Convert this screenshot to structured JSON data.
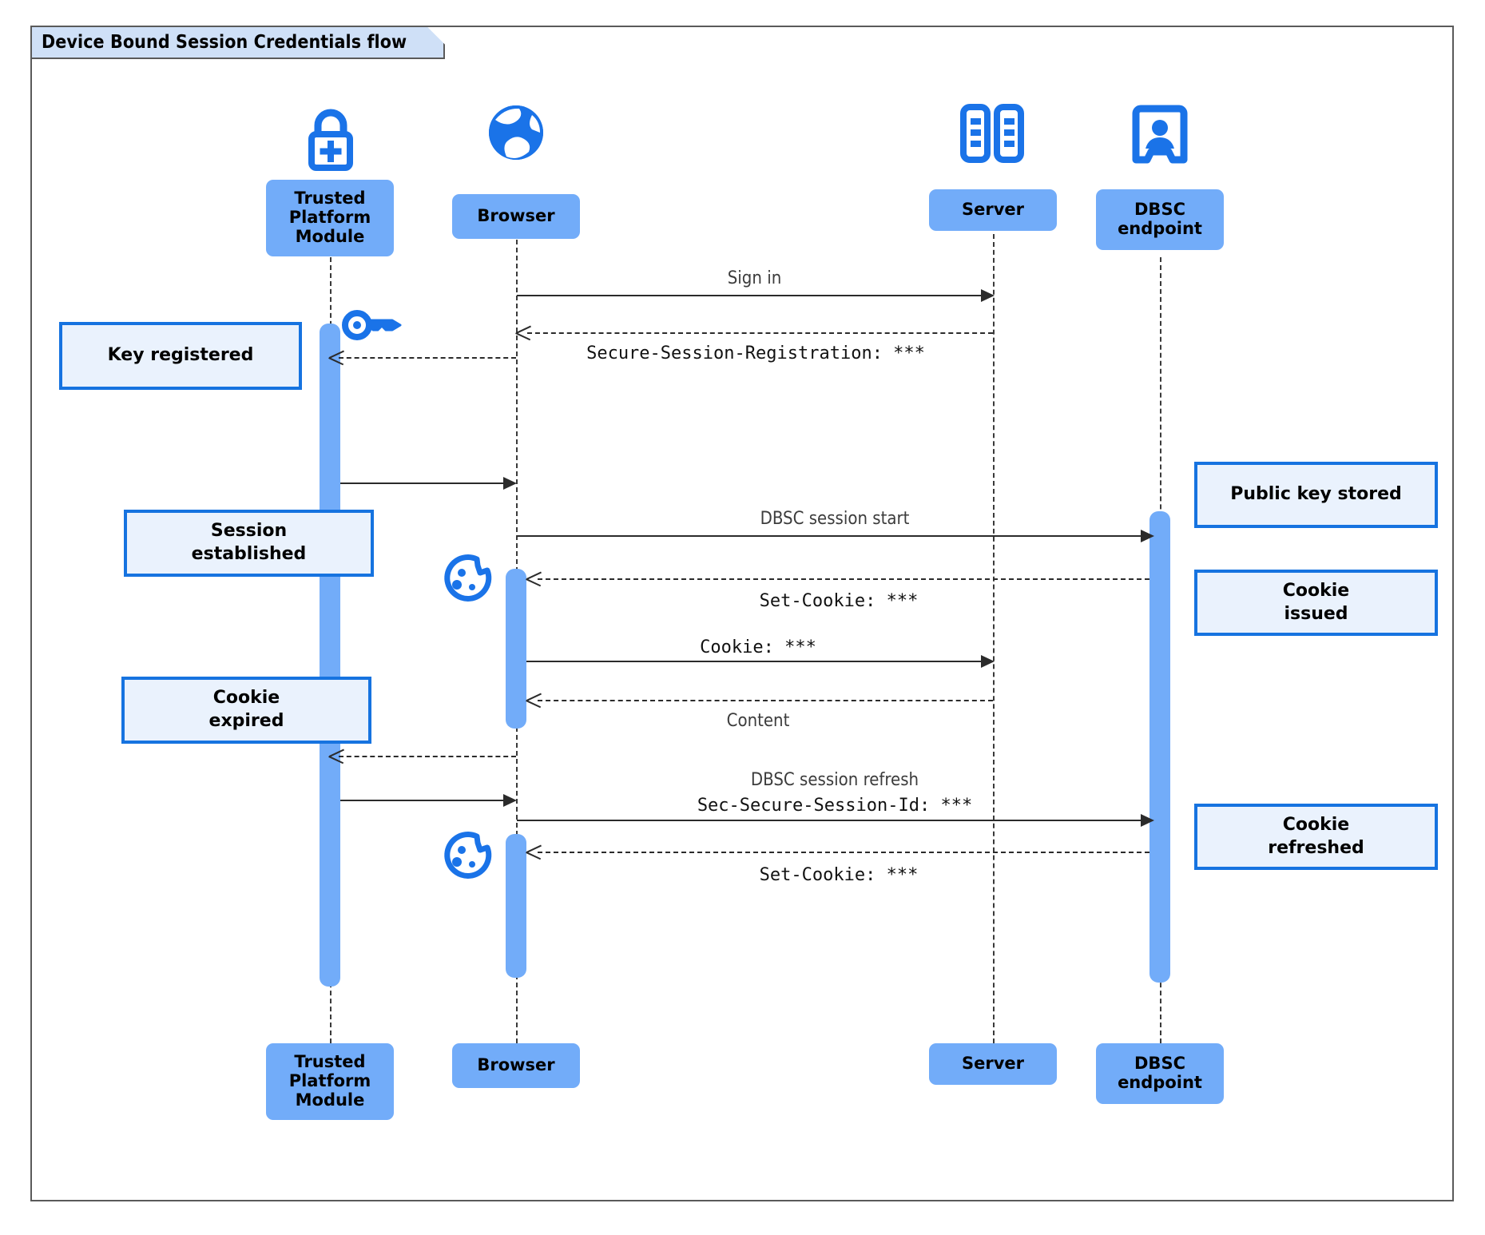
{
  "diagram": {
    "title": "Device Bound Session Credentials flow",
    "type": "sequence-diagram",
    "colors": {
      "participant_fill": "#72ACF9",
      "note_fill": "#eaf2fd",
      "note_border": "#1673e0",
      "icon_blue": "#1a73e8",
      "activation_fill": "#72ACF9",
      "frame_border": "#5a5a5a",
      "title_fill": "#cfe0f7"
    }
  },
  "participants": [
    {
      "id": "tpm",
      "label": "Trusted\nPlatform\nModule",
      "label_line1": "Trusted",
      "label_line2": "Platform",
      "label_line3": "Module",
      "icon": "lock-plus-icon"
    },
    {
      "id": "browser",
      "label": "Browser",
      "icon": "globe-icon"
    },
    {
      "id": "server",
      "label": "Server",
      "icon": "server-rack-icon"
    },
    {
      "id": "dbsc",
      "label": "DBSC\nendpoint",
      "label_line1": "DBSC",
      "label_line2": "endpoint",
      "icon": "id-badge-icon"
    }
  ],
  "footer_participants": [
    {
      "id": "tpm",
      "label_line1": "Trusted",
      "label_line2": "Platform",
      "label_line3": "Module"
    },
    {
      "id": "browser",
      "label": "Browser"
    },
    {
      "id": "server",
      "label": "Server"
    },
    {
      "id": "dbsc",
      "label_line1": "DBSC",
      "label_line2": "endpoint"
    }
  ],
  "messages": [
    {
      "id": "m1",
      "from": "browser",
      "to": "server",
      "label": "Sign in",
      "style": "solid",
      "font": "sans"
    },
    {
      "id": "m2",
      "from": "server",
      "to": "browser",
      "label": "Secure-Session-Registration: ***",
      "style": "dashed",
      "font": "mono"
    },
    {
      "id": "m3",
      "from": "browser",
      "to": "tpm",
      "label": "",
      "style": "dashed",
      "font": "mono"
    },
    {
      "id": "m4",
      "from": "tpm",
      "to": "browser",
      "label": "",
      "style": "solid",
      "font": "sans"
    },
    {
      "id": "m5",
      "from": "browser",
      "to": "dbsc",
      "label": "DBSC session start",
      "style": "solid",
      "font": "sans"
    },
    {
      "id": "m6",
      "from": "dbsc",
      "to": "browser",
      "label": "Set-Cookie: ***",
      "style": "dashed",
      "font": "mono"
    },
    {
      "id": "m7",
      "from": "browser",
      "to": "server",
      "label": "Cookie: ***",
      "style": "solid",
      "font": "mono"
    },
    {
      "id": "m8",
      "from": "server",
      "to": "browser",
      "label": "Content",
      "style": "dashed",
      "font": "sans"
    },
    {
      "id": "m9",
      "from": "browser",
      "to": "tpm",
      "label": "",
      "style": "dashed",
      "font": "sans"
    },
    {
      "id": "m10",
      "from": "tpm",
      "to": "browser",
      "label": "",
      "style": "solid",
      "font": "sans"
    },
    {
      "id": "m11",
      "from": "browser",
      "to": "dbsc",
      "label_line1": "DBSC session refresh",
      "label_line2": "Sec-Secure-Session-Id: ***",
      "style": "solid",
      "font": "mixed"
    },
    {
      "id": "m12",
      "from": "dbsc",
      "to": "browser",
      "label": "Set-Cookie: ***",
      "style": "dashed",
      "font": "mono"
    }
  ],
  "notes": [
    {
      "id": "n1",
      "side": "left",
      "text": "Key registered",
      "lines": [
        "Key registered"
      ]
    },
    {
      "id": "n2",
      "side": "left",
      "text": "Session established",
      "lines": [
        "Session",
        "established"
      ]
    },
    {
      "id": "n3",
      "side": "left",
      "text": "Cookie expired",
      "lines": [
        "Cookie",
        "expired"
      ]
    },
    {
      "id": "n4",
      "side": "right",
      "text": "Public key stored",
      "lines": [
        "Public key stored"
      ]
    },
    {
      "id": "n5",
      "side": "right",
      "text": "Cookie issued",
      "lines": [
        "Cookie",
        "issued"
      ]
    },
    {
      "id": "n6",
      "side": "right",
      "text": "Cookie refreshed",
      "lines": [
        "Cookie",
        "refreshed"
      ]
    }
  ],
  "decorative_icons": [
    {
      "id": "d1",
      "name": "key-icon",
      "near": "tpm"
    },
    {
      "id": "d2",
      "name": "cookie-icon",
      "near": "browser"
    },
    {
      "id": "d3",
      "name": "cookie-icon",
      "near": "browser"
    }
  ]
}
